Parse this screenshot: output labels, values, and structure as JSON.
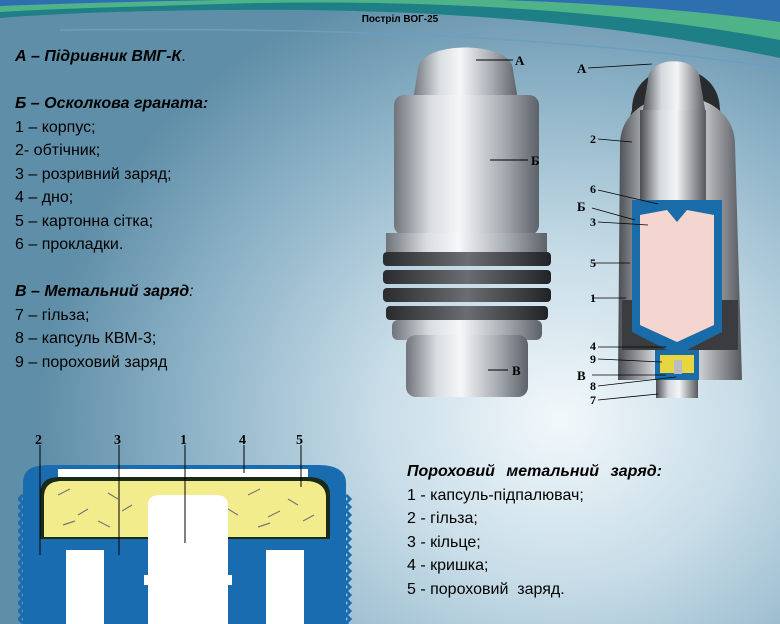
{
  "title": "Постріл ВОГ-25",
  "left_text": {
    "a": "А – Підривник ВМГ-К",
    "a_dot": ".",
    "b_heading": "Б – Осколкова граната:",
    "b_items": [
      "1 – корпус;",
      "2- обтічник;",
      "3 – розривний заряд;",
      "4 – дно;",
      "5 – картонна сітка;",
      "6 – прокладки."
    ],
    "v_heading": "В – Метальний заряд",
    "v_colon": ":",
    "v_items": [
      "7 – гільза;",
      "8 – капсуль КВМ-3;",
      "9 – пороховий заряд"
    ]
  },
  "right_text": {
    "heading": "Пороховий метальний заряд:",
    "items": [
      "1 - капсуль-підпалювач;",
      "2 - гільза;",
      "3 - кільце;",
      "4 - кришка;",
      "5 - пороховий  заряд."
    ]
  },
  "photo_labels": {
    "a": "А",
    "b": "Б",
    "v": "В"
  },
  "section_labels": {
    "a": "А",
    "n2": "2",
    "n6": "6",
    "b": "Б",
    "n3": "3",
    "n5": "5",
    "n1": "1",
    "n4": "4",
    "n9": "9",
    "v": "В",
    "n8": "8",
    "n7": "7"
  },
  "charge_labels": {
    "n2": "2",
    "n3": "3",
    "n1": "1",
    "n4": "4",
    "n5": "5"
  }
}
